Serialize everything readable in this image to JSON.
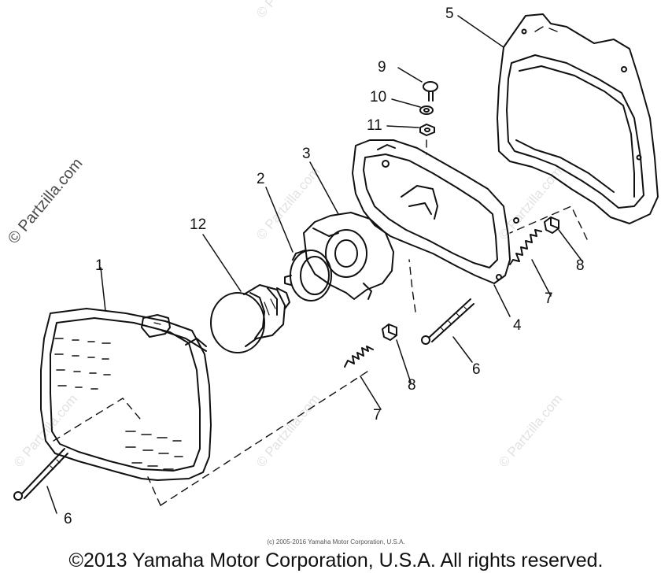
{
  "watermark": {
    "main": "© Partzilla.com",
    "faint": "© Partzilla.com"
  },
  "callouts": {
    "c1": "1",
    "c2": "2",
    "c3": "3",
    "c4": "4",
    "c5": "5",
    "c6a": "6",
    "c6b": "6",
    "c7a": "7",
    "c7b": "7",
    "c8a": "8",
    "c8b": "8",
    "c9": "9",
    "c10": "10",
    "c11": "11",
    "c12": "12"
  },
  "footer": {
    "small": "(c) 2005-2016 Yamaha Motor Corporation, U.S.A.",
    "copyright": "©2013 Yamaha Motor Corporation, U.S.A. All rights reserved."
  },
  "colors": {
    "ink": "#111111",
    "watermark": "#e2e2e2"
  }
}
